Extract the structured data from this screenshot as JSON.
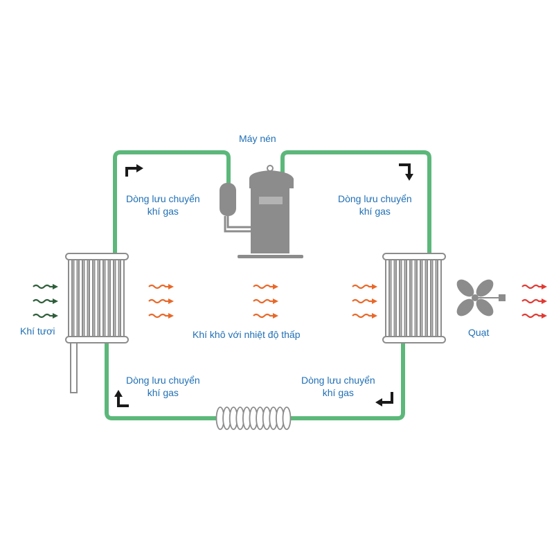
{
  "labels": {
    "compressor": "Máy nén",
    "flow_top_left": [
      "Dòng lưu chuyển",
      "khí gas"
    ],
    "flow_top_right": [
      "Dòng lưu chuyển",
      "khí gas"
    ],
    "flow_bottom_left": [
      "Dòng lưu chuyển",
      "khí gas"
    ],
    "flow_bottom_right": [
      "Dòng lưu chuyển",
      "khí gas"
    ],
    "fresh_air": "Khí tươi",
    "dry_air": "Khí khô với nhiệt độ thấp",
    "fan": "Quạt"
  },
  "colors": {
    "pipe": "#5cb87a",
    "equipment": "#8c8c8c",
    "label_text": "#1f6fb5",
    "fresh_air_arrow": "#2e5e3a",
    "dry_air_arrow": "#e8692a",
    "exhaust_arrow": "#e03a33",
    "flow_arrow": "#1a1a1a"
  },
  "icons": {
    "compressor": "compressor-icon",
    "evaporator": "evaporator-coil-icon",
    "condenser": "condenser-coil-icon",
    "expansion": "expansion-coil-icon",
    "fan": "fan-icon"
  }
}
